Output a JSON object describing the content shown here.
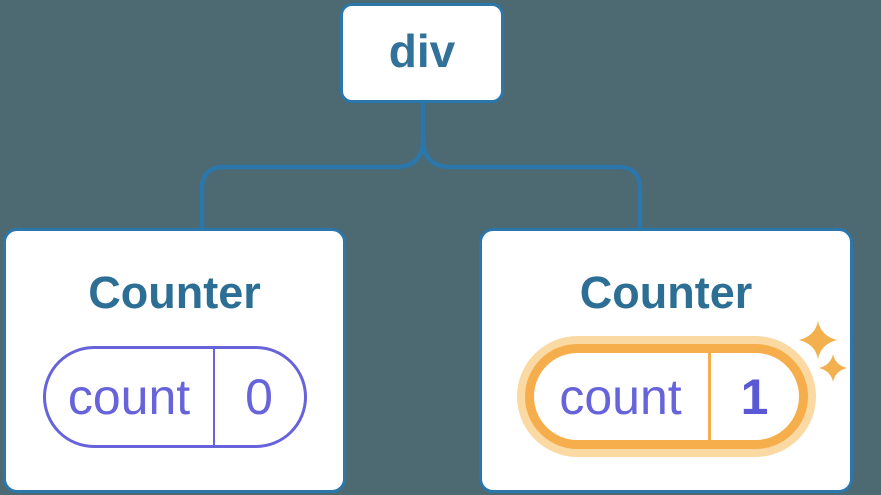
{
  "colors": {
    "background": "#4D6972",
    "node_fill": "#FFFFFF",
    "blue_border": "#2B76AB",
    "blue_text": "#2C6E94",
    "purple": "#6663DB",
    "purple_bold_value": "#5B58D6",
    "highlight_orange": "#F6AE4C",
    "highlight_glow": "#FAD9A3",
    "sparkle_orange": "#F3B04E"
  },
  "tree": {
    "root": {
      "label": "div"
    },
    "children": [
      {
        "title": "Counter",
        "state": {
          "key": "count",
          "value": "0"
        },
        "highlighted": false
      },
      {
        "title": "Counter",
        "state": {
          "key": "count",
          "value": "1"
        },
        "highlighted": true
      }
    ]
  },
  "icons": {
    "sparkles": "two four-point stars marking updated state"
  }
}
